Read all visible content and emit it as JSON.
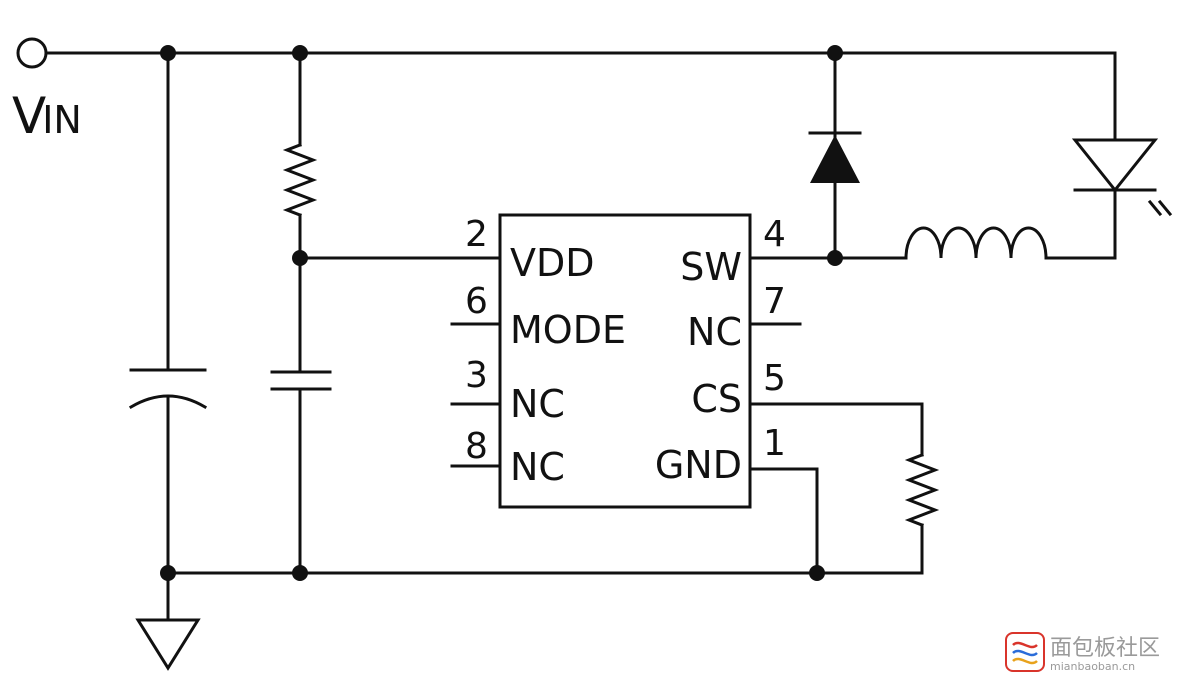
{
  "supply": {
    "label_main": "V",
    "label_sub": "IN"
  },
  "ic": {
    "pins_left": [
      {
        "number": "2",
        "name": "VDD"
      },
      {
        "number": "6",
        "name": "MODE"
      },
      {
        "number": "3",
        "name": "NC"
      },
      {
        "number": "8",
        "name": "NC"
      }
    ],
    "pins_right": [
      {
        "number": "4",
        "name": "SW"
      },
      {
        "number": "7",
        "name": "NC"
      },
      {
        "number": "5",
        "name": "CS"
      },
      {
        "number": "1",
        "name": "GND"
      }
    ]
  },
  "watermark": {
    "title": "面包板社区",
    "url": "mianbaoban.cn"
  },
  "colors": {
    "wire": "#111111",
    "background": "#ffffff",
    "watermark_red": "#d9342b",
    "watermark_text": "#9a9a9a"
  }
}
